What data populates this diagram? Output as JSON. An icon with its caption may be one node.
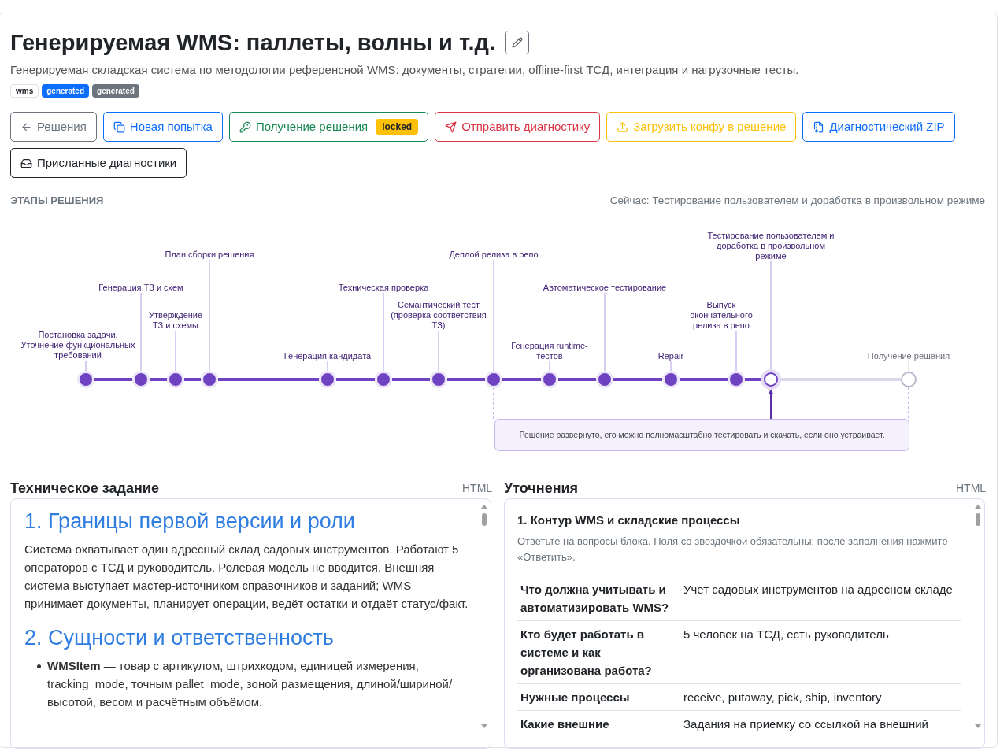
{
  "diagram": {
    "title": "Генерируемая WMS: паллеты, волны и т.д.",
    "nodes": [
      {
        "text": [
          "Постановка задачи. Уточнение функциональных требований"
        ]
      },
      {
        "text": [
          "Генерация ТЗ и схем"
        ]
      },
      {
        "text": [
          "Утверждение ТЗ и схемы"
        ]
      },
      {
        "text": [
          "План сборки решения"
        ]
      },
      {
        "text": [
          "Генерация кандидата"
        ]
      },
      {
        "text": [
          "Техническая проверка"
        ]
      },
      {
        "text": [
          "Семантический тест (проверка соответствия ТЗ)"
        ]
      },
      {
        "text": [
          "Деплой релиза в репо"
        ]
      },
      {
        "text": [
          "Генерация runtime-тестов"
        ]
      },
      {
        "text": [
          "Автоматическое тестирование"
        ]
      },
      {
        "text": [
          "Repair"
        ]
      },
      {
        "text": [
          "Выпуск окончательного релиза в репо"
        ]
      },
      {
        "text": [
          "Тестирование пользователем и доработка в произвольном режиме"
        ]
      },
      {
        "text": [
          "Получение решения"
        ]
      },
      {
        "text": [],
        "shape": "circle"
      },
      {
        "text": [],
        "shape": "circle"
      },
      {
        "text": [],
        "shape": "circle"
      },
      {
        "text": [],
        "shape": "circle"
      },
      {
        "text": [],
        "shape": "circle"
      },
      {
        "text": [],
        "shape": "circle"
      },
      {
        "text": [],
        "shape": "circle"
      },
      {
        "text": [],
        "shape": "circle"
      },
      {
        "text": [],
        "shape": "circle"
      },
      {
        "text": [],
        "shape": "circle"
      },
      {
        "text": [],
        "shape": "circle"
      },
      {
        "text": [],
        "shape": "circle"
      },
      {
        "text": [],
        "shape": "circle"
      },
      {
        "text": [],
        "shape": "circle"
      },
      {
        "text": [
          "Решение развернуто, его можно полномасштабно тестировать и скачать, если оно устраивает."
        ]
      }
    ],
    "edges": [
      {
        "from": 0,
        "to": 14,
        "arrow": "none",
        "color": "#cdbdf0"
      },
      {
        "from": 1,
        "to": 15,
        "arrow": "none",
        "color": "#cdbdf0"
      },
      {
        "from": 2,
        "to": 16,
        "arrow": "none",
        "color": "#cdbdf0"
      },
      {
        "from": 3,
        "to": 17,
        "arrow": "none",
        "color": "#cdbdf0"
      },
      {
        "from": 4,
        "to": 18,
        "arrow": "none",
        "color": "#cdbdf0"
      },
      {
        "from": 5,
        "to": 19,
        "arrow": "none",
        "color": "#cdbdf0"
      },
      {
        "from": 6,
        "to": 20,
        "arrow": "none",
        "color": "#cdbdf0"
      },
      {
        "from": 7,
        "to": 21,
        "arrow": "none",
        "color": "#cdbdf0"
      },
      {
        "from": 8,
        "to": 22,
        "arrow": "none",
        "color": "#cdbdf0"
      },
      {
        "from": 9,
        "to": 23,
        "arrow": "none",
        "color": "#cdbdf0"
      },
      {
        "from": 10,
        "to": 24,
        "arrow": "none",
        "color": "#cdbdf0"
      },
      {
        "from": 11,
        "to": 25,
        "arrow": "none",
        "color": "#cdbdf0"
      },
      {
        "from": 12,
        "to": 26,
        "arrow": "none",
        "color": "#cdbdf0"
      },
      {
        "from": 13,
        "to": 27,
        "arrow": "none",
        "color": "#e3dfea"
      },
      {
        "from": 14,
        "to": 15,
        "arrow": "none",
        "style": "thick",
        "color": "#6f42c1"
      },
      {
        "from": 15,
        "to": 16,
        "arrow": "none",
        "style": "thick",
        "color": "#6f42c1"
      },
      {
        "from": 16,
        "to": 17,
        "arrow": "none",
        "style": "thick",
        "color": "#6f42c1"
      },
      {
        "from": 17,
        "to": 18,
        "arrow": "none",
        "style": "thick",
        "color": "#6f42c1"
      },
      {
        "from": 18,
        "to": 19,
        "arrow": "none",
        "style": "thick",
        "color": "#6f42c1"
      },
      {
        "from": 19,
        "to": 20,
        "arrow": "none",
        "style": "thick",
        "color": "#6f42c1"
      },
      {
        "from": 20,
        "to": 21,
        "arrow": "none",
        "style": "thick",
        "color": "#6f42c1"
      },
      {
        "from": 21,
        "to": 22,
        "arrow": "none",
        "style": "thick",
        "color": "#6f42c1"
      },
      {
        "from": 22,
        "to": 23,
        "arrow": "none",
        "style": "thick",
        "color": "#6f42c1"
      },
      {
        "from": 23,
        "to": 24,
        "arrow": "none",
        "style": "thick",
        "color": "#6f42c1"
      },
      {
        "from": 24,
        "to": 25,
        "arrow": "none",
        "style": "thick",
        "color": "#6f42c1"
      },
      {
        "from": 25,
        "to": 26,
        "arrow": "none",
        "style": "thick",
        "color": "#6f42c1"
      },
      {
        "from": 26,
        "to": 27,
        "arrow": "none",
        "style": "thick",
        "color": "#dcd6e8"
      },
      {
        "from": 21,
        "to": 28,
        "arrow": "none",
        "style": "dashed",
        "color": "#b49fe3"
      },
      {
        "from": 27,
        "to": 28,
        "arrow": "none",
        "style": "dashed",
        "color": "#b49fe3"
      },
      {
        "from": 28,
        "to": 26,
        "arrow": "to",
        "color": "#5a2ea6"
      }
    ],
    "labels": [
      "Генерируемая складская система по методологии референсной WMS: документы, стратегии, offline-first ТСД, интеграция и нагрузочные тесты.",
      "wms",
      "generated",
      "generated",
      "Решения",
      "Новая попытка",
      "Получение решения",
      "locked",
      "Отправить диагностику",
      "Загрузить конфу в решение",
      "Диагностический ZIP",
      "Присланные диагностики",
      "ЭТАПЫ РЕШЕНИЯ",
      "Сейчас: Тестирование пользователем и доработка в произвольном режиме",
      "Техническое задание",
      "HTML",
      "Уточнения",
      "HTML",
      "1. Границы первой версии и роли",
      "Система охватывает один адресный склад садовых инструментов. Работают 5 операторов с ТСД и руководитель. Ролевая модель не вводится. Внешняя система выступает мастер-источником справочников и заданий; WMS принимает документы, планирует операции, ведёт остатки и отдаёт статус/факт.",
      "2. Сущности и ответственность",
      "**WMSItem** — товар с артикулом, штрихкодом, единицей измерения, tracking_mode, точным pallet_mode, зоной размещения, длиной/шириной/высотой, весом и расчётным объёмом.",
      "1. Контур WMS и складские процессы",
      "Ответьте на вопросы блока. Поля со звездочкой обязательны; после заполнения нажмите «Ответить».",
      "Что должна учитывать и автоматизировать WMS?",
      "Учет садовых инструментов на адресном складе",
      "Кто будет работать в системе и как организована работа?",
      "5 человек на ТСД, есть руководитель",
      "Нужные процессы",
      "receive, putaway, pick, ship, inventory",
      "Какие внешние",
      "Задания на приемку со ссылкой на внешний"
    ]
  }
}
